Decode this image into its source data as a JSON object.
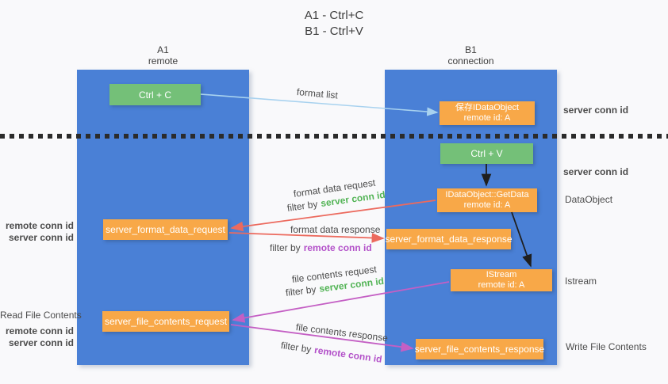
{
  "title": {
    "line1": "A1 - Ctrl+C",
    "line2": "B1 - Ctrl+V"
  },
  "lanes": {
    "left": {
      "name": "A1",
      "role": "remote"
    },
    "right": {
      "name": "B1",
      "role": "connection"
    }
  },
  "nodes": {
    "ctrl_c": "Ctrl + C",
    "ctrl_v": "Ctrl + V",
    "save_dataobject_line1": "保存IDataObject",
    "save_dataobject_line2": "remote id: A",
    "getdata_line1": "IDataObject::GetData",
    "getdata_line2": "remote id: A",
    "istream_line1": "IStream",
    "istream_line2": "remote id: A",
    "format_request": "server_format_data_request",
    "format_response": "server_format_data_response",
    "file_request": "server_file_contents_request",
    "file_response": "server_file_contents_response"
  },
  "edges": {
    "format_list": "format list",
    "format_data_request": "format data request",
    "format_data_response": "format data response",
    "file_contents_request": "file contents request",
    "file_contents_response": "file contents response",
    "filter_by": "filter by",
    "server_conn_id": "server conn id",
    "remote_conn_id": "remote conn id"
  },
  "annotations": {
    "right_server_conn_id_top": "server conn id",
    "right_server_conn_id_mid": "server conn id",
    "dataobject": "DataObject",
    "istream": "Istream",
    "write_file_contents": "Write File Contents",
    "left_remote_conn_id_top": "remote conn id",
    "left_server_conn_id_top": "server conn id",
    "read_file_contents": "Read File Contents",
    "left_remote_conn_id_bottom": "remote conn id",
    "left_server_conn_id_bottom": "server conn id"
  },
  "colors": {
    "lane_fill": "#4a80d6",
    "node_green": "#74c078",
    "node_orange": "#f8a848",
    "text_green": "#53b456",
    "text_purple": "#b351c9",
    "arrow_lightblue": "#a8d2ef",
    "arrow_salmon": "#ec6a5e",
    "arrow_magenta": "#c45fc4",
    "arrow_black": "#1f1f1f",
    "divider_black": "#2b2b2b"
  }
}
